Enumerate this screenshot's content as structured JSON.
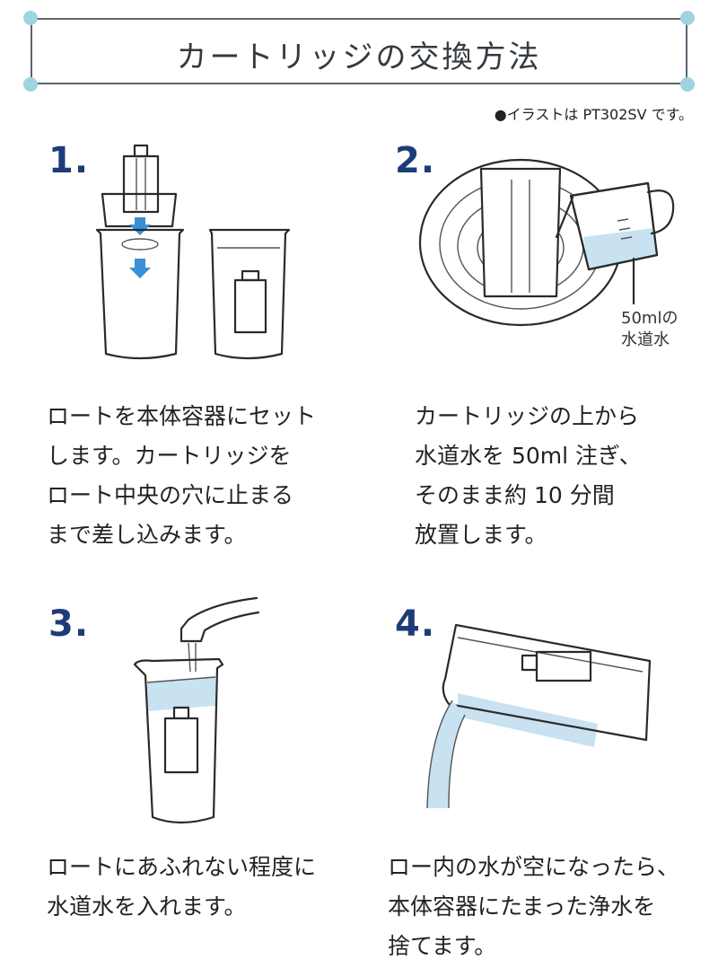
{
  "title": "カートリッジの交換方法",
  "note": "●イラストは PT302SV です。",
  "steps": [
    {
      "number": "1.",
      "text": "ロートを本体容器にセット\nします。カートリッジを\nロート中央の穴に止まる\nまで差し込みます。"
    },
    {
      "number": "2.",
      "text": "カートリッジの上から\n水道水を 50ml 注ぎ、\nそのまま約 10 分間\n放置します。",
      "callout_line1": "50mlの",
      "callout_line2": "水道水"
    },
    {
      "number": "3.",
      "text": "ロートにあふれない程度に\n水道水を入れます。"
    },
    {
      "number": "4.",
      "text": "ロー内の水が空になったら、\n本体容器にたまった浄水を\n捨てます。"
    }
  ],
  "colors": {
    "accent_dot": "#9fd3df",
    "step_number": "#1e3c7a",
    "water": "#c8e2f1",
    "arrow": "#3b8fd4"
  }
}
